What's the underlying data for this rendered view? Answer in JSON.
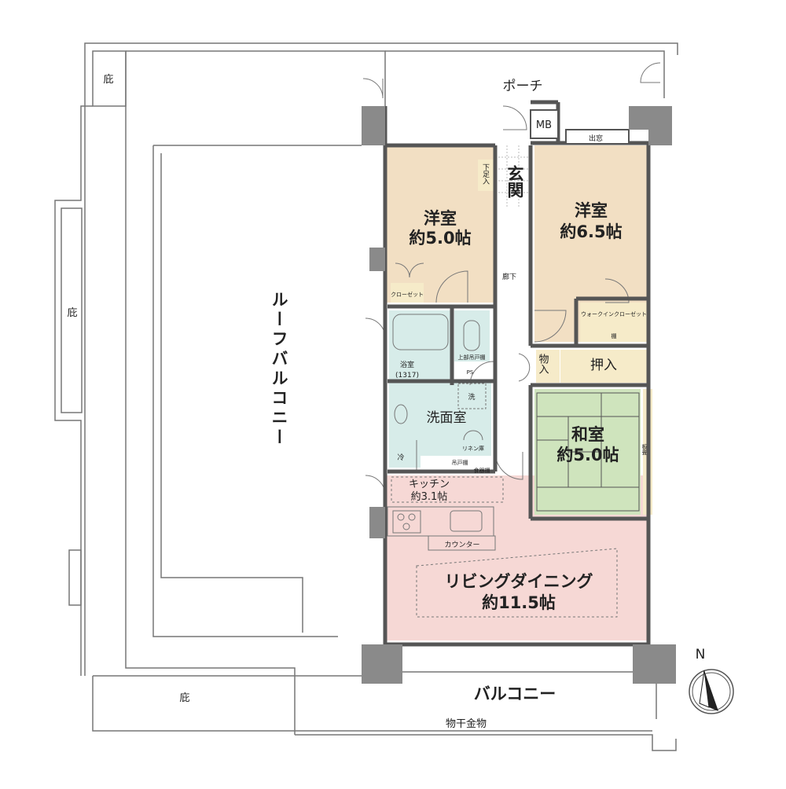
{
  "colors": {
    "bedroom": "#f2dfc3",
    "living": "#f6d8d5",
    "wet": "#d7ece9",
    "storage": "#f6ebc9",
    "tatami": "#cfe4bd",
    "wall": "#555555",
    "column": "#8a8a8a",
    "outline": "#777777"
  },
  "icons": {
    "compass": "north-arrow-icon"
  },
  "labels": {
    "niwa_top": "庇",
    "niwa_left": "庇",
    "niwa_bottom": "庇",
    "porch": "ポーチ",
    "roof_balcony": "ルーフバルコニー",
    "balcony": "バルコニー",
    "laundry_pole": "物干金物",
    "mb": "MB",
    "bay_window": "出窓",
    "genkan": "玄関",
    "shoe_storage": "下足入",
    "west_bedroom_name": "洋室",
    "west_bedroom_size": "約5.0帖",
    "east_bedroom_name": "洋室",
    "east_bedroom_size": "約6.5帖",
    "hallway": "廊下",
    "closet": "クローゼット",
    "walk_in_closet": "ウォークインクローゼット",
    "shelf": "棚",
    "bath_name": "浴室",
    "bath_size": "(1317)",
    "toilet_shelf": "上部吊戸棚",
    "ps": "PS",
    "washing": "洗",
    "washroom": "洗面室",
    "linen": "リネン庫",
    "fridge": "冷",
    "wall_cabinet": "吊戸棚",
    "dish_cabinet": "食器棚",
    "kitchen_name": "キッチン",
    "kitchen_size": "約3.1帖",
    "counter": "カウンター",
    "storage_small": "物入",
    "oshiire": "押入",
    "washitsu_name": "和室",
    "washitsu_size": "約5.0帖",
    "board_floor": "板畳",
    "living_name": "リビングダイニング",
    "living_size": "約11.5帖",
    "north": "N"
  }
}
